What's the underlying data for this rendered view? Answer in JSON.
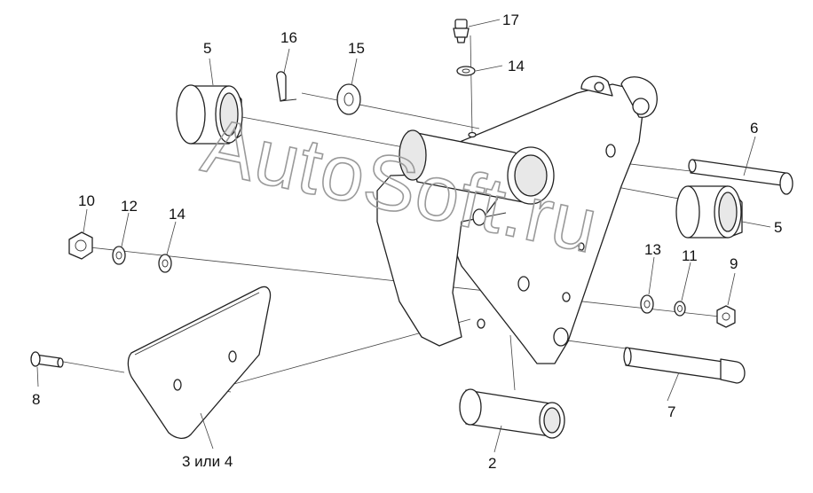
{
  "watermark": "AutoSoft.ru",
  "callouts": {
    "p2": "2",
    "p3_4": "3 или 4",
    "p5_top": "5",
    "p5_right": "5",
    "p6": "6",
    "p7": "7",
    "p8": "8",
    "p9": "9",
    "p10": "10",
    "p11": "11",
    "p12": "12",
    "p13": "13",
    "p14_top": "14",
    "p14_left": "14",
    "p15": "15",
    "p16": "16",
    "p17": "17"
  }
}
